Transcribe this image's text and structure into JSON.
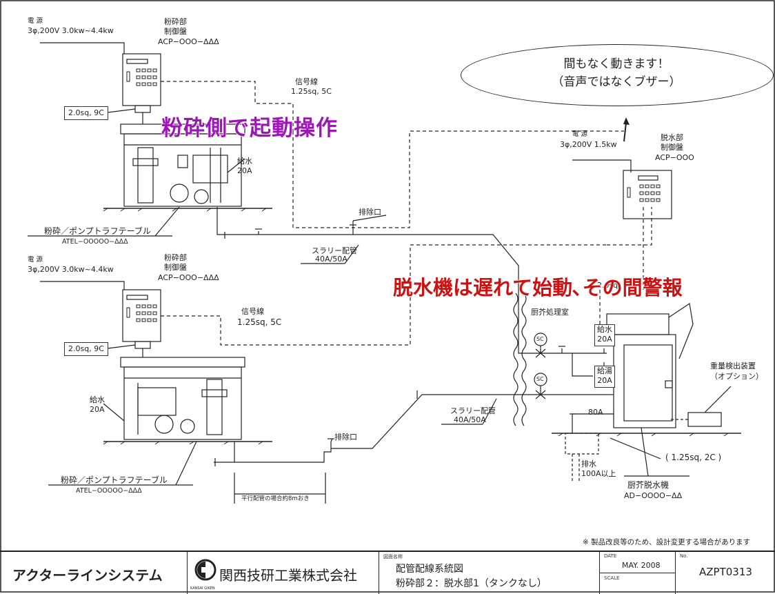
{
  "labels": {
    "power_top_1": "電 源",
    "power_top_2": "3φ,200V 3.0kw~4.4kw",
    "panel_top_1": "粉砕部",
    "panel_top_2": "制御盤",
    "panel_top_3": "ACP−OOO−ΔΔΔ",
    "signal_top_1": "信号線",
    "signal_top_2": "1.25sq, 5C",
    "cable_top": "2.0sq, 9C",
    "water_top_1": "給水",
    "water_top_2": "20A",
    "drain_top": "排除口",
    "table_top_1": "粉砕／ポンプトラフテーブル",
    "table_top_2": "ATEL−OOOOO−ΔΔΔ",
    "slurry_top_1": "スラリー配管",
    "slurry_top_2": "40A/50A",
    "power_bottom_1": "電 源",
    "power_bottom_2": "3φ,200V 3.0kw~4.4kw",
    "panel_bottom_1": "粉砕部",
    "panel_bottom_2": "制御盤",
    "panel_bottom_3": "ACP−OOO−ΔΔΔ",
    "signal_bottom_1": "信号線",
    "signal_bottom_2": "1.25sq, 5C",
    "cable_bottom": "2.0sq, 9C",
    "water_bottom_1": "給水",
    "water_bottom_2": "20A",
    "drain_bottom": "排除口",
    "table_bottom_1": "粉砕／ポンプトラフテーブル",
    "table_bottom_2": "ATEL−OOOOO−ΔΔΔ",
    "parallel_note": "平行配管の場合約8mおき",
    "slurry_bottom_1": "スラリー配管",
    "slurry_bottom_2": "40A/50A",
    "kitchen_room": "厨芥処理室",
    "dehyd_power_1": "電 源",
    "dehyd_power_2": "3φ,200V 1.5kw",
    "dehyd_panel_1": "脱水部",
    "dehyd_panel_2": "制御盤",
    "dehyd_panel_3": "ACP−OOO",
    "dehyd_cable": "2.0sq, 5C",
    "dehyd_water_1": "給水",
    "dehyd_water_2": "20A",
    "dehyd_hot_1": "給湯",
    "dehyd_hot_2": "20A",
    "weight_1": "重量検出装置",
    "weight_2": "（オプション）",
    "pipe_80a": "80A",
    "exhaust_1": "排水",
    "exhaust_2": "100A以上",
    "cable_weight": "( 1.25sq, 2C )",
    "machine_1": "厨芥脱水機",
    "machine_2": "AD−OOOO−ΔΔ",
    "sc": "SC",
    "note": "※ 製品改良等のため、設計変更する場合があります"
  },
  "callouts": {
    "crush_start": "粉砕側で起動操作",
    "dehyd_delay": "脱水機は遅れて始動､その間警報"
  },
  "bubble": {
    "line1": "間もなく動きます！",
    "line2": "（音声ではなくブザー）"
  },
  "titleblock": {
    "system": "アクターラインシステム",
    "company": "関西技研工業株式会社",
    "logo_sub": "KANSAI GIKEN",
    "drawing_label": "図面名称",
    "drawing_1": "配管配線系統図",
    "drawing_2": "粉砕部２：脱水部1（タンクなし）",
    "date_label": "DATE",
    "date": "MAY. 2008",
    "scale_label": "SCALE",
    "no_label": "No.",
    "number": "AZPT0313"
  },
  "colors": {
    "callout_purple": "#9b16b5",
    "callout_red": "#cc1111",
    "line": "#222222"
  }
}
